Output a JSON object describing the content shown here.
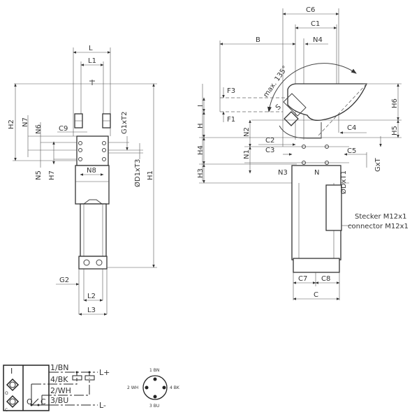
{
  "side_view": {
    "labels": {
      "L": "L",
      "L1": "L1",
      "H2": "H2",
      "N7": "N7",
      "N6": "N6",
      "C9": "C9",
      "G1xT2": "G1xT2",
      "N5": "N5",
      "H7": "H7",
      "N8": "N8",
      "D1xT3": "ØD1xT3",
      "H1": "H1",
      "G2": "G2",
      "L2": "L2",
      "L3": "L3"
    }
  },
  "front_view": {
    "labels": {
      "C6": "C6",
      "C1": "C1",
      "B": "B",
      "N4": "N4",
      "angle": "max. 135°",
      "F3": "F3",
      "F1": "F1",
      "I": "I",
      "H": "H",
      "H4": "H4",
      "H3": "H3",
      "N2": "N2",
      "N1": "N1",
      "C2": "C2",
      "C3": "C3",
      "C4": "C4",
      "C5": "C5",
      "H6": "H6",
      "H5": "H5",
      "GxT": "GxT",
      "N3": "N3",
      "N": "N",
      "DxT1": "ØDxT1",
      "S": "S",
      "C7": "C7",
      "C8": "C8",
      "C": "C"
    },
    "connector_note": [
      "Stecker M12x1",
      "connector M12x1"
    ]
  },
  "wiring": {
    "wires": [
      "1/BN",
      "4/BK",
      "2/WH",
      "3/BU"
    ],
    "supply": [
      "L+",
      "L-"
    ],
    "symbol_i": "I",
    "contacts": [
      "O",
      "C"
    ],
    "sensor_marks": [
      "O",
      "C"
    ]
  },
  "pinout": {
    "pins": [
      "1 BN",
      "2 WH",
      "4 BK",
      "3 BU"
    ]
  }
}
